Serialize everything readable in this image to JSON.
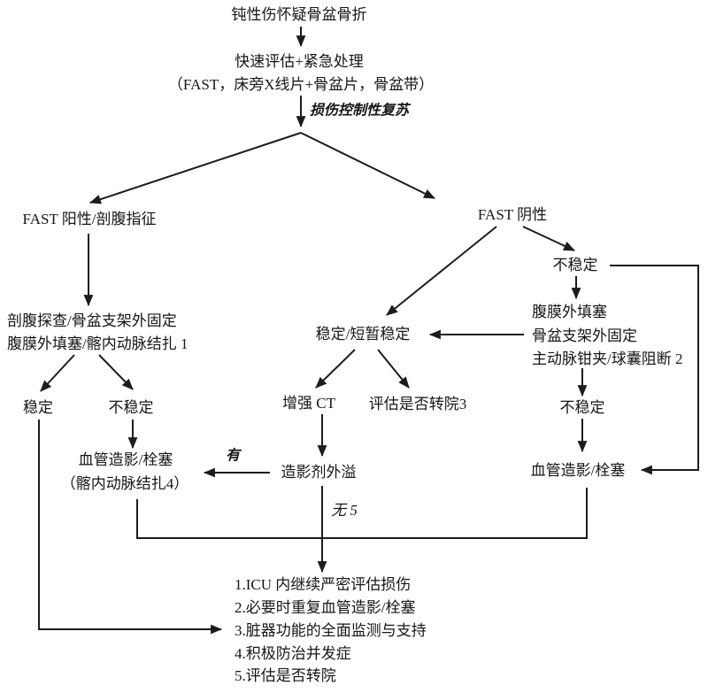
{
  "colors": {
    "ink": "#1c1c1c",
    "text": "#161616",
    "background": "#ffffff"
  },
  "nodes": {
    "start": "钝性伤怀疑骨盆骨折",
    "rapid_assessment_line1": "快速评估+紧急处理",
    "rapid_assessment_line2": "（FAST，床旁X线片+骨盆片，骨盆带）",
    "damage_control_label": "损伤控制性复苏",
    "fast_positive": "FAST 阳性/剖腹指征",
    "fast_negative": "FAST 阴性",
    "laparotomy_line1": "剖腹探查/骨盆支架外固定",
    "laparotomy_line2": "腹膜外填塞/髂内动脉结扎 1",
    "stable_left": "稳定",
    "unstable_left": "不稳定",
    "angio_left_line1": "血管造影/栓塞",
    "angio_left_line2": "（髂内动脉结扎4）",
    "stable_transient": "稳定/短暂稳定",
    "enhanced_ct": "增强 CT",
    "assess_transfer": "评估是否转院3",
    "contrast_extravasation": "造影剂外溢",
    "label_present": "有",
    "label_absent": "无 5",
    "unstable_right_top": "不稳定",
    "packing_line1": "腹膜外填塞",
    "packing_line2": "骨盆支架外固定",
    "packing_line3": "主动脉钳夹/球囊阻断 2",
    "unstable_right_bottom": "不稳定",
    "angio_right": "血管造影/栓塞"
  },
  "outcome_list": {
    "item1": "1.ICU 内继续严密评估损伤",
    "item2": "2.必要时重复血管造影/栓塞",
    "item3": "3.脏器功能的全面监测与支持",
    "item4": "4.积极防治并发症",
    "item5": "5.评估是否转院"
  }
}
